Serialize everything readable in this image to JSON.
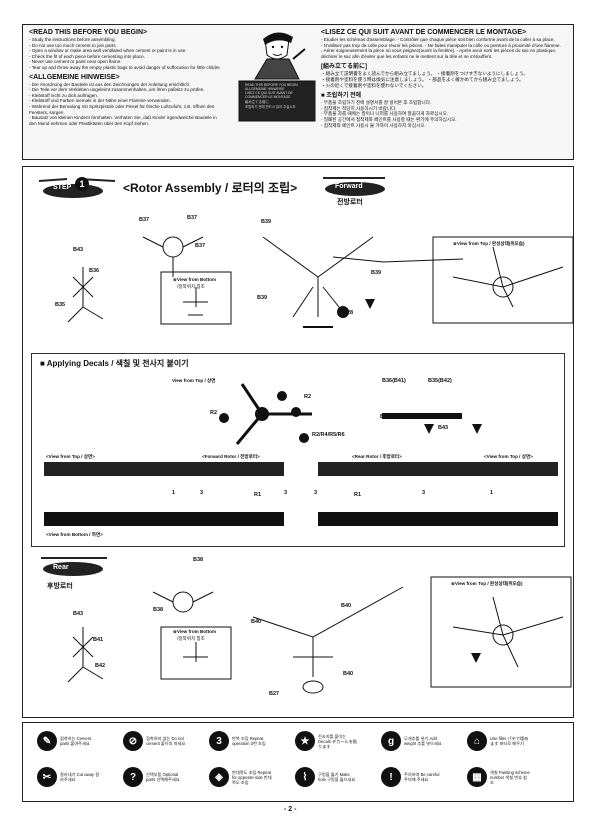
{
  "top": {
    "en_title": "<READ THIS BEFORE YOU BEGIN>",
    "en_lines": [
      "- Study the instructions before assembling.",
      "- Do not use too much cement to join parts.",
      "- Open a window or make area well ventilated when cement or paint is in use.",
      "- Check the fit of each piece before cementing into place.",
      "- Never use cement or paint near open flame.",
      "- Tear up and throw away the empty plastic bags to avoid danger of suffocation for little childre"
    ],
    "de_title": "<ALLGEMEINE HINWEISE>",
    "de_lines": [
      "- Die Anordnung der Bauteile ist aus den Zeichnungen der  Anleitung ersichtlich.",
      "- Die Teile vor dem Verkleben ungeleimt zusammenhalten, um  ihren paßsitz zu prüfen.",
      "- Klebstoff nicht zu dick auftragen.",
      "- Klebstoff und Farben niemals in der Nähe einer Flamme verwenden.",
      "- Während der Bemalung mit Spritzpistole oder Pinsel für frische Luftzufuhr, z.B. öffnen des",
      "  Fensters, sorgen.",
      "- Bausatz von kleinen Kindern fernhalten. Verhüten Sie, daß Kinder irgendwelche Bauteile in",
      "  den Mund nehmen oder Plastiktüten über den Kopf ziehen."
    ],
    "fr_title": "<LISEZ CE QUI SUIT AVANT DE COMMENCER LE MONTAGE>",
    "fr_lines": [
      "- Etudier les schémas d'assemblage.  - Contrôler que chaque pièce soit bien conforme avant de la coller à sa place.",
      "- N'utilisez pas trop de colle pour réunir les pièces.  - Ne faites manipuler la colle ou peinture à proximité d'une flamme.",
      "- Aérer soigneusement la pièce où vous peignez(ouvrir la fenêtre).  - Après avoir sorti les pièces du sac en plastique,",
      "  déchirer le sac afin d'éviter que les enfants ne le mettent sur la tête et ne s'étouffent."
    ],
    "jp_title": "[組み立てる前に]",
    "jp_lines": [
      "・組み立て説明書をよく読んでから組み立てましょう。  ・接着剤をつけすぎないようにしましょう。",
      "・接着剤や塗料を使う時は換気に注意しましょう。  ・部品をよく確かめてから組み立てましょう。",
      "・火の近くで接着剤や塗料を使わないでください。"
    ],
    "kr_title": "■ 조립하기 전에",
    "kr_lines": [
      "- 부품을 조립하기 전에 설명서를 잘 읽어본 후 조립합니다.",
      "- 접착제는 적당히 사용하시기 바랍니다.",
      "- 부품을 자를 때에는 칼이나 니퍼를 사용하여 깔끔하게 자르십시오.",
      "- 밀폐된 공간에서 접착제와 페인트를 사용할 때는 환기에 주의하십시오.",
      "- 접착제와 페인트 사용시 불 가까이 사용하지 마십시오."
    ],
    "sign_lines": [
      "READ THIS BEFORE YOU BEGIN",
      "ALLGEMEINE HINWEISE",
      "LISEZ CE QUI SUIT AVANT DE",
      "COMMENCER LE MONTAGE",
      "組み立てる前に",
      "조립하기 전에 반드시 읽어 주십시오"
    ]
  },
  "step1": {
    "step_label": "STEP",
    "step_number": "1",
    "title": "<Rotor Assembly / 로터의 조립>",
    "forward_label": "Forward",
    "forward_kr": "전방로터",
    "parts": [
      "B37",
      "B37",
      "B37",
      "B43",
      "B36",
      "B35",
      "B39",
      "B39",
      "B39",
      "B28"
    ],
    "bottom_view_title": "※View from Bottom",
    "bottom_view_kr": "/정착위치 참조",
    "top_view_title": "※View from Top / 완성상태(위모습)"
  },
  "decals": {
    "title": "■ Applying Decals / 색칠 및 전사지 붙이기",
    "view_top": "View from Top / 상면",
    "parts": [
      "B36(B41)",
      "B35(B42)",
      "B37(38)",
      "B43"
    ],
    "marks": [
      "R2",
      "R2",
      "R2/R4/R5/R6"
    ],
    "view_top_left": "<View from Top / 상면>",
    "forward_rotor": "<Forward Rotor / 전방로터>",
    "rear_rotor": "<Rear Rotor / 후방로터>",
    "view_top_right": "<View from Top / 상면>",
    "view_bottom": "<View from Bottom / 하면>",
    "r1_left": "R1",
    "r1_right": "R1",
    "bar_nums": [
      "3",
      "3",
      "1",
      "1",
      "3",
      "3"
    ]
  },
  "rear": {
    "rear_label": "Rear",
    "rear_kr": "후방로터",
    "parts": [
      "B38",
      "B38",
      "B43",
      "B41",
      "B42",
      "B40",
      "B40",
      "B40",
      "B27"
    ],
    "bottom_view_title": "※View from Bottom",
    "bottom_view_kr": "/정착위치 참조",
    "top_view_title": "※View from Top / 완성상태(위모습)"
  },
  "legend": [
    {
      "icon": "✎",
      "text": "접착하는 Cement parts 붙여주세요"
    },
    {
      "icon": "⊘",
      "text": "접착하지 않는 Do not cement 붙이지 마세요"
    },
    {
      "icon": "3",
      "text": "반복 조립 Repeat operation 3번 조립"
    },
    {
      "icon": "★",
      "text": "전사지를 붙이는 Decals デカールを貼ります"
    },
    {
      "icon": "g",
      "text": "무게추를 넣기 Add weight 추를 넣으세요"
    },
    {
      "icon": "⌂",
      "text": "Use filler パテで埋めます 퍼티로 메우기"
    },
    {
      "icon": "✂",
      "text": "잘라내기 Cut away 잘라주세요"
    },
    {
      "icon": "?",
      "text": "선택부품 Optional parts 선택해주세요"
    },
    {
      "icon": "◈",
      "text": "반대쪽도 조립 Repeat for opposite side 반대쪽도 조립"
    },
    {
      "icon": "⌇",
      "text": "구멍을 뚫기 Make hole 구멍을 뚫으세요"
    },
    {
      "icon": "!",
      "text": "주의하여 Be careful 주의해 주세요"
    },
    {
      "icon": "▦",
      "text": "색칠 Painting scheme number 색칠 번호 참조"
    }
  ],
  "page_number": "- 2 -"
}
